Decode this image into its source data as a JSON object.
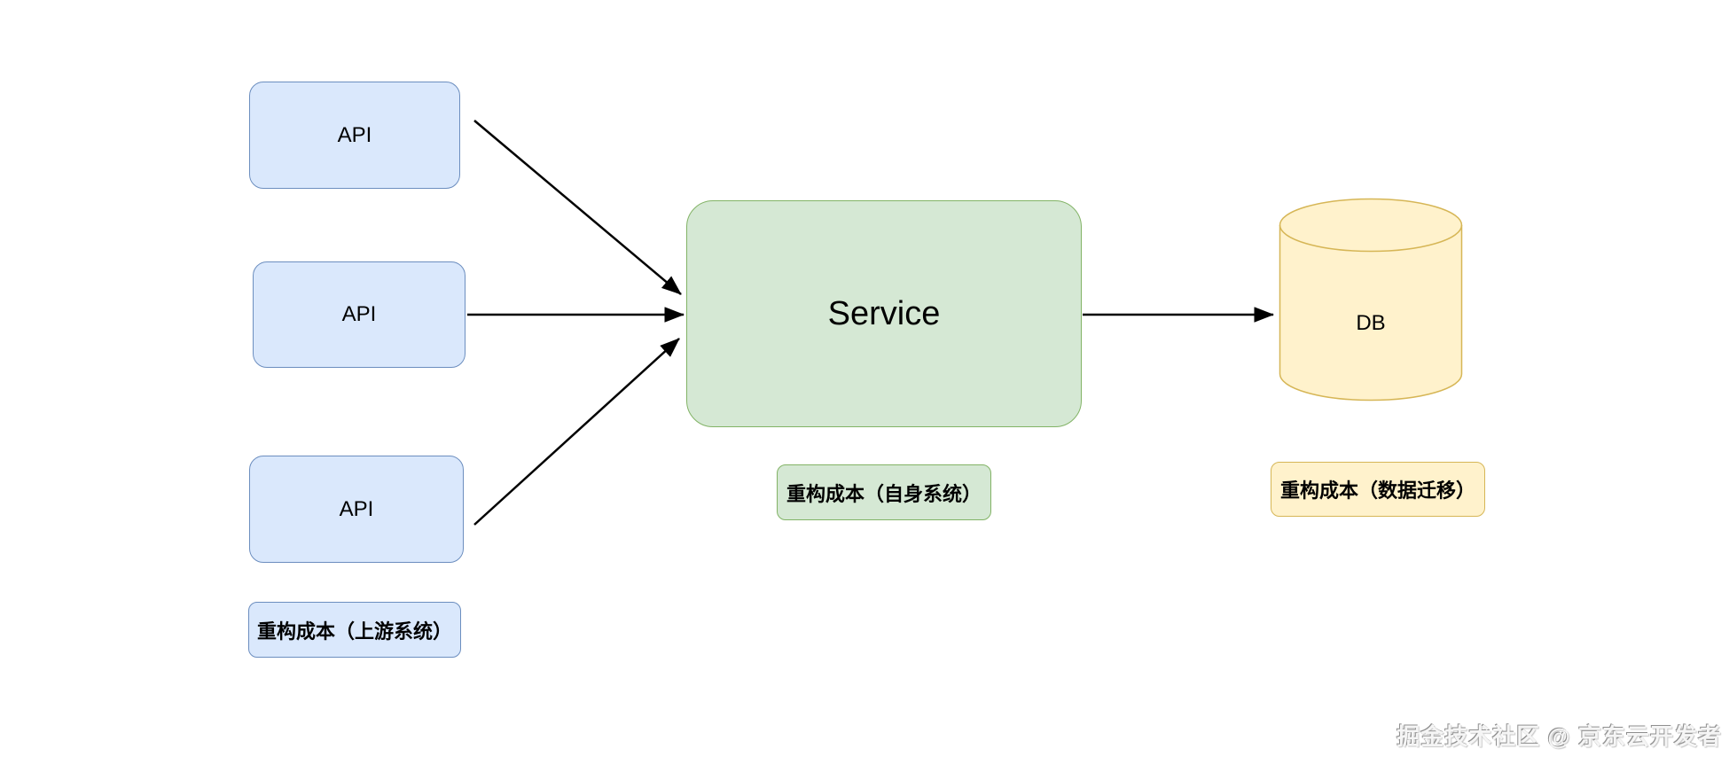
{
  "canvas": {
    "background": "#ffffff"
  },
  "diagram": {
    "upstream_nodes": [
      {
        "label": "API"
      },
      {
        "label": "API"
      },
      {
        "label": "API"
      }
    ],
    "service_node": {
      "label": "Service"
    },
    "db_node": {
      "label": "DB"
    },
    "cost_labels": {
      "upstream": "重构成本（上游系统）",
      "service": "重构成本（自身系统）",
      "db": "重构成本（数据迁移）"
    },
    "colors": {
      "api_fill": "#dae8fc",
      "api_stroke": "#6c8ebf",
      "service_fill": "#d5e8d4",
      "service_stroke": "#82b366",
      "db_fill": "#fff2cc",
      "db_stroke": "#d6b656",
      "arrow": "#000000"
    }
  },
  "watermark": {
    "text": "掘金技术社区 @ 京东云开发者"
  }
}
